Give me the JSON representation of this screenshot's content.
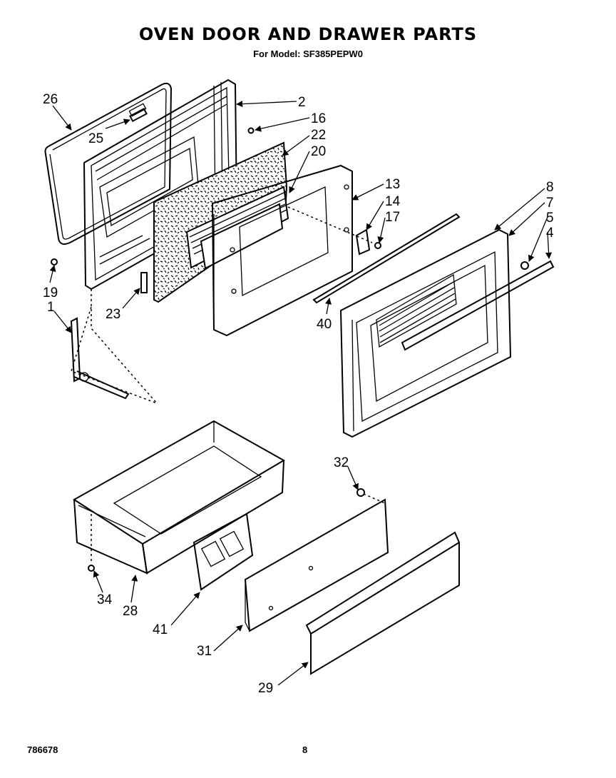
{
  "header": {
    "title": "OVEN DOOR AND DRAWER PARTS",
    "subtitle": "For Model: SF385PEPW0"
  },
  "footer": {
    "doc_number": "786678",
    "page_number": "8"
  },
  "callouts": {
    "p26": "26",
    "p25": "25",
    "p2": "2",
    "p16": "16",
    "p22": "22",
    "p20": "20",
    "p13": "13",
    "p14": "14",
    "p17": "17",
    "p8": "8",
    "p7": "7",
    "p5": "5",
    "p4": "4",
    "p19": "19",
    "p1": "1",
    "p23": "23",
    "p40": "40",
    "p32": "32",
    "p34": "34",
    "p28": "28",
    "p41": "41",
    "p31": "31",
    "p29": "29"
  }
}
